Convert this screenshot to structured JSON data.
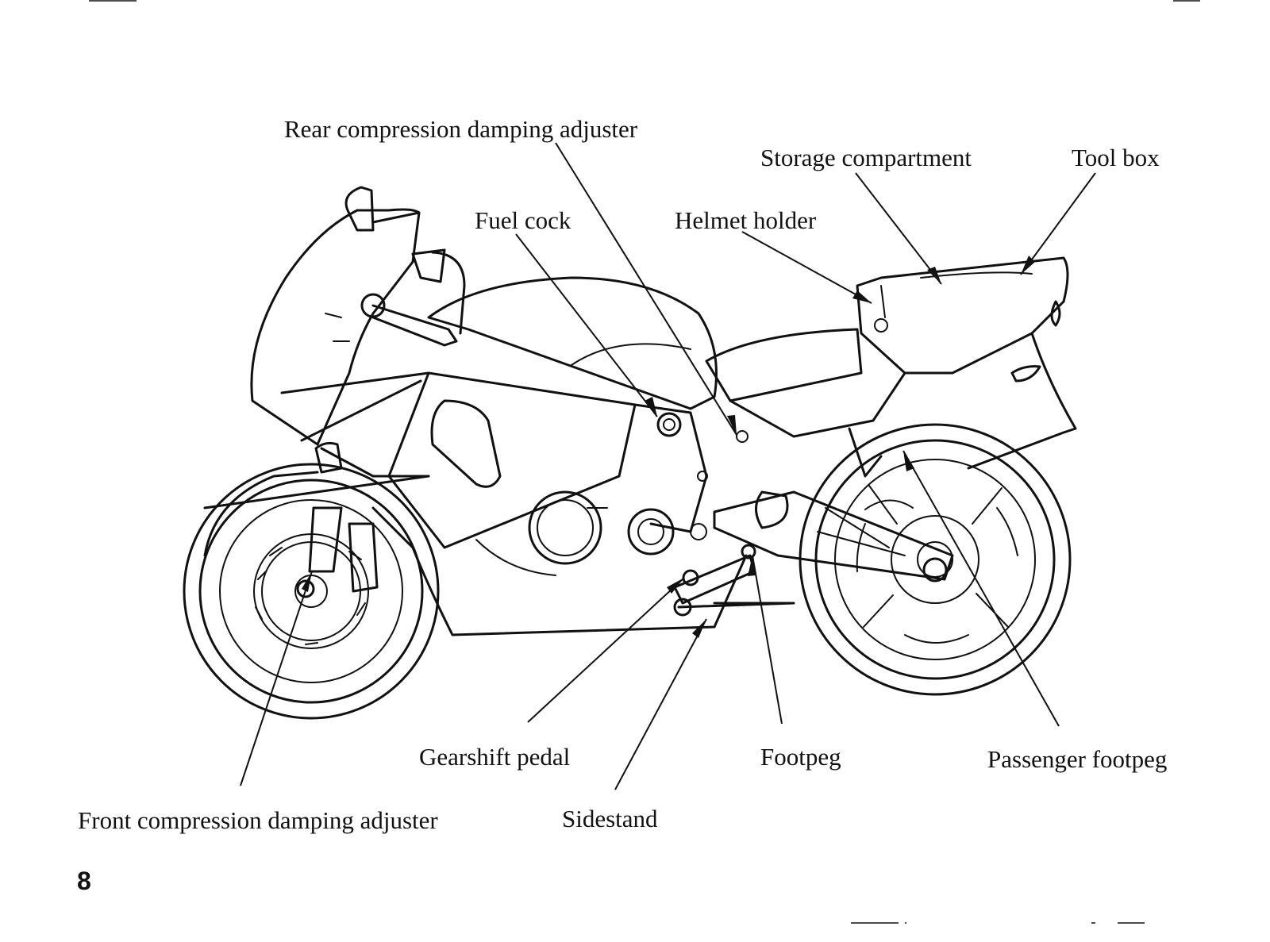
{
  "labels": {
    "rear_compression_damping_adjuster": "Rear compression damping adjuster",
    "storage_compartment": "Storage compartment",
    "tool_box": "Tool box",
    "fuel_cock": "Fuel cock",
    "helmet_holder": "Helmet holder",
    "gearshift_pedal": "Gearshift pedal",
    "footpeg": "Footpeg",
    "passenger_footpeg": "Passenger footpeg",
    "front_compression_damping_adjuster": "Front compression damping adjuster",
    "sidestand": "Sidestand"
  },
  "page_number": "8",
  "colors": {
    "ink": "#111111",
    "paper": "#ffffff"
  }
}
